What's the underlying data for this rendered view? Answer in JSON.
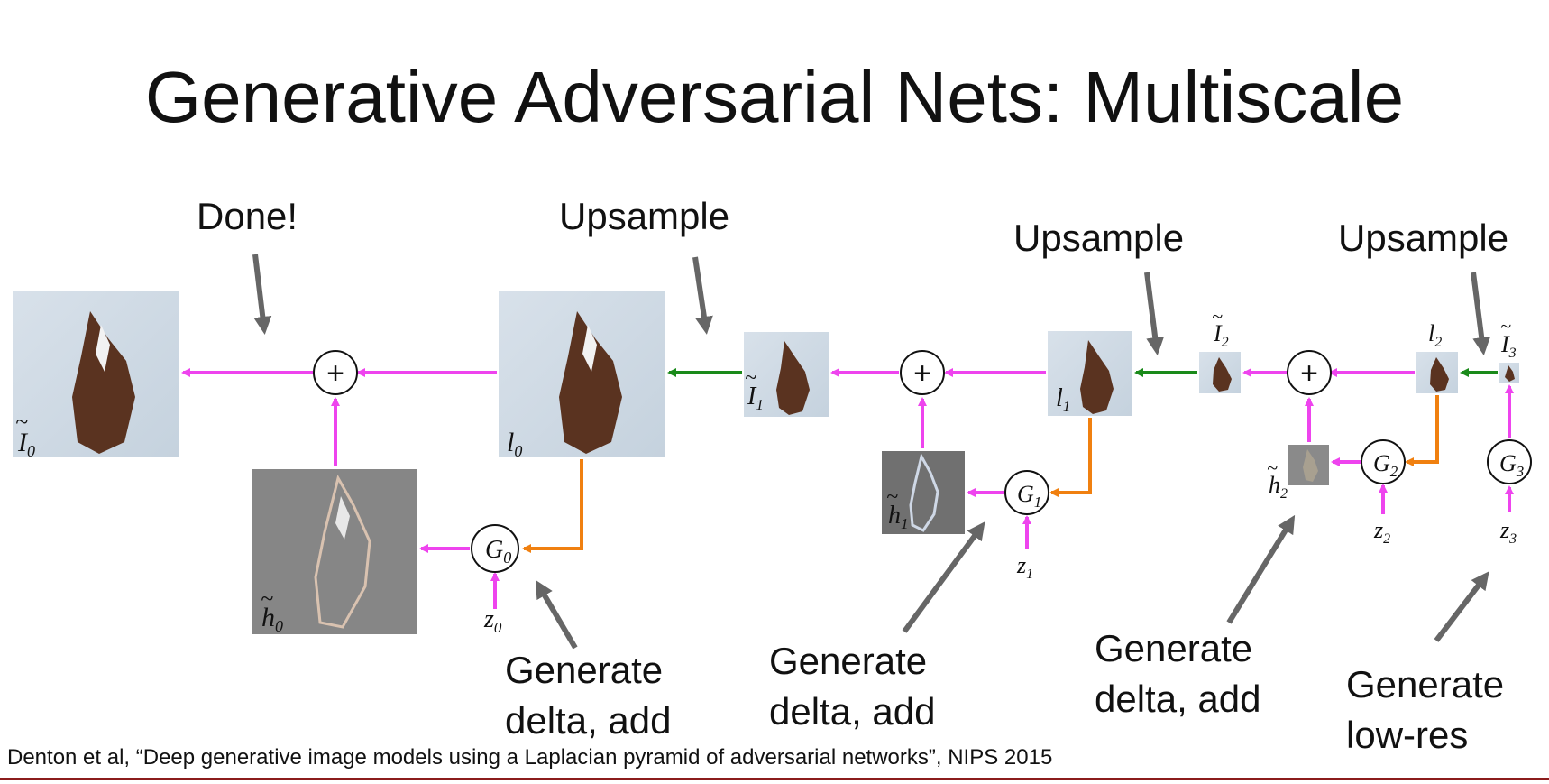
{
  "title": "Generative Adversarial Nets: Multiscale",
  "callouts": {
    "done": "Done!",
    "upsample_1": "Upsample",
    "upsample_2": "Upsample",
    "upsample_3": "Upsample",
    "gen_delta_0": [
      "Generate",
      "delta, add"
    ],
    "gen_delta_1": [
      "Generate",
      "delta, add"
    ],
    "gen_delta_2": [
      "Generate",
      "delta, add"
    ],
    "gen_lowres": [
      "Generate",
      "low-res"
    ]
  },
  "symbols": {
    "I0": "I",
    "I0_sub": "0",
    "l0": "l",
    "l0_sub": "0",
    "h0": "h",
    "h0_sub": "0",
    "G0": "G",
    "G0_sub": "0",
    "z0": "z",
    "z0_sub": "0",
    "I1": "I",
    "I1_sub": "1",
    "l1": "l",
    "l1_sub": "1",
    "h1": "h",
    "h1_sub": "1",
    "G1": "G",
    "G1_sub": "1",
    "z1": "z",
    "z1_sub": "1",
    "I2": "I",
    "I2_sub": "2",
    "l2": "l",
    "l2_sub": "2",
    "h2": "h",
    "h2_sub": "2",
    "G2": "G",
    "G2_sub": "2",
    "z2": "z",
    "z2_sub": "2",
    "I3": "I",
    "I3_sub": "3",
    "G3": "G",
    "G3_sub": "3",
    "z3": "z",
    "z3_sub": "3",
    "plus": "+",
    "tilde": "~"
  },
  "colors": {
    "magenta": "#ee44ee",
    "green": "#1a8a1a",
    "orange": "#f08010",
    "gray_arrow": "#666666",
    "rule": "#8b1c1c"
  },
  "citation": "Denton et al, “Deep generative image models using a Laplacian pyramid of adversarial networks”, NIPS 2015"
}
